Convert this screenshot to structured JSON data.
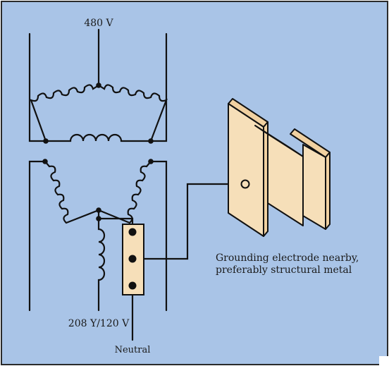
{
  "figure": {
    "primary_voltage": "480 V",
    "secondary_voltage": "208 Y/120 V",
    "neutral_label": "Neutral",
    "electrode_caption": {
      "line1": "Grounding electrode nearby,",
      "line2": "preferably structural metal"
    }
  },
  "colors": {
    "background": "#a9c4e7",
    "border": "#2a2a2a",
    "wire": "#111111",
    "terminal_block": "#f6dfb9",
    "beam_front": "#f6dfb9",
    "beam_side": "#f1d1a1"
  }
}
